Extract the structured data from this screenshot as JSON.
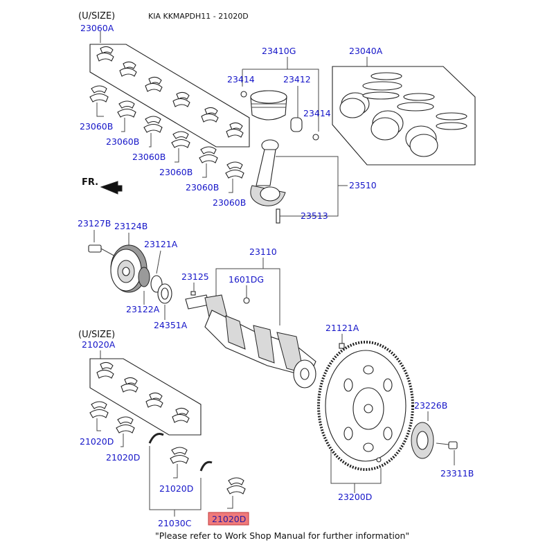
{
  "header": {
    "size_label": "(U/SIZE)",
    "model_code": "KIA KKMAPDH11 - 21020D"
  },
  "lower_size_label": "(U/SIZE)",
  "direction_label": "FR.",
  "parts": {
    "p23060A": "23060A",
    "p23060B": "23060B",
    "p23410G": "23410G",
    "p23040A": "23040A",
    "p23414": "23414",
    "p23412": "23412",
    "p23510": "23510",
    "p23513": "23513",
    "p23127B": "23127B",
    "p23124B": "23124B",
    "p23121A": "23121A",
    "p23122A": "23122A",
    "p24351A": "24351A",
    "p23125": "23125",
    "p1601DG": "1601DG",
    "p23110": "23110",
    "p21121A": "21121A",
    "p21020A": "21020A",
    "p21020D": "21020D",
    "p21030C": "21030C",
    "p23226B": "23226B",
    "p23311B": "23311B",
    "p23200D": "23200D"
  },
  "highlight_color": "#f07a7a",
  "link_color": "#1515c8",
  "footer_note": "\"Please refer to Work Shop Manual for further information\""
}
